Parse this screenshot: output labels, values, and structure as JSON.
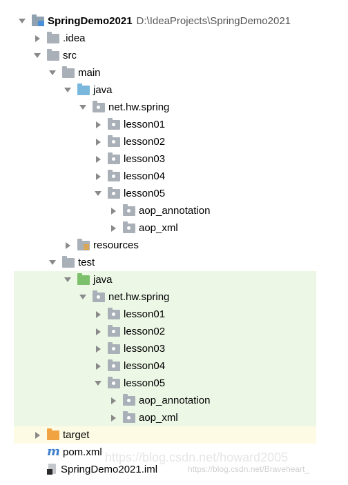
{
  "project_tree": {
    "root": {
      "name": "SpringDemo2021",
      "path": "D:\\IdeaProjects\\SpringDemo2021"
    },
    "nodes": [
      {
        "label": ".idea",
        "depth": 1,
        "state": "collapsed",
        "icon": "folder"
      },
      {
        "label": "src",
        "depth": 1,
        "state": "expanded",
        "icon": "folder"
      },
      {
        "label": "main",
        "depth": 2,
        "state": "expanded",
        "icon": "folder"
      },
      {
        "label": "java",
        "depth": 3,
        "state": "expanded",
        "icon": "source-root-folder"
      },
      {
        "label": "net.hw.spring",
        "depth": 4,
        "state": "expanded",
        "icon": "package"
      },
      {
        "label": "lesson01",
        "depth": 5,
        "state": "collapsed",
        "icon": "package"
      },
      {
        "label": "lesson02",
        "depth": 5,
        "state": "collapsed",
        "icon": "package"
      },
      {
        "label": "lesson03",
        "depth": 5,
        "state": "collapsed",
        "icon": "package"
      },
      {
        "label": "lesson04",
        "depth": 5,
        "state": "collapsed",
        "icon": "package"
      },
      {
        "label": "lesson05",
        "depth": 5,
        "state": "expanded",
        "icon": "package"
      },
      {
        "label": "aop_annotation",
        "depth": 6,
        "state": "collapsed",
        "icon": "package"
      },
      {
        "label": "aop_xml",
        "depth": 6,
        "state": "collapsed",
        "icon": "package"
      },
      {
        "label": "resources",
        "depth": 3,
        "state": "collapsed",
        "icon": "resources-folder"
      },
      {
        "label": "test",
        "depth": 2,
        "state": "expanded",
        "icon": "folder"
      },
      {
        "label": "java",
        "depth": 3,
        "state": "expanded",
        "icon": "test-source-folder",
        "highlight": "test"
      },
      {
        "label": "net.hw.spring",
        "depth": 4,
        "state": "expanded",
        "icon": "package",
        "highlight": "test"
      },
      {
        "label": "lesson01",
        "depth": 5,
        "state": "collapsed",
        "icon": "package",
        "highlight": "test"
      },
      {
        "label": "lesson02",
        "depth": 5,
        "state": "collapsed",
        "icon": "package",
        "highlight": "test"
      },
      {
        "label": "lesson03",
        "depth": 5,
        "state": "collapsed",
        "icon": "package",
        "highlight": "test"
      },
      {
        "label": "lesson04",
        "depth": 5,
        "state": "collapsed",
        "icon": "package",
        "highlight": "test"
      },
      {
        "label": "lesson05",
        "depth": 5,
        "state": "expanded",
        "icon": "package",
        "highlight": "test"
      },
      {
        "label": "aop_annotation",
        "depth": 6,
        "state": "collapsed",
        "icon": "package",
        "highlight": "test"
      },
      {
        "label": "aop_xml",
        "depth": 6,
        "state": "collapsed",
        "icon": "package",
        "highlight": "test"
      },
      {
        "label": "target",
        "depth": 1,
        "state": "collapsed",
        "icon": "excluded-folder",
        "highlight": "excluded"
      },
      {
        "label": "pom.xml",
        "depth": 1,
        "state": "none",
        "icon": "maven-file"
      },
      {
        "label": "SpringDemo2021.iml",
        "depth": 1,
        "state": "none",
        "icon": "module-file"
      }
    ]
  },
  "colors": {
    "test_row_bg": "#ecf7e6",
    "excluded_row_bg": "#fdfbe4",
    "source_folder": "#79b8dc",
    "test_folder": "#7cc06c",
    "excluded_folder": "#f0a340"
  },
  "watermark": {
    "line1": "https://blog.csdn.net/howard2005",
    "line2": "https://blog.csdn.net/Braveheart_"
  }
}
